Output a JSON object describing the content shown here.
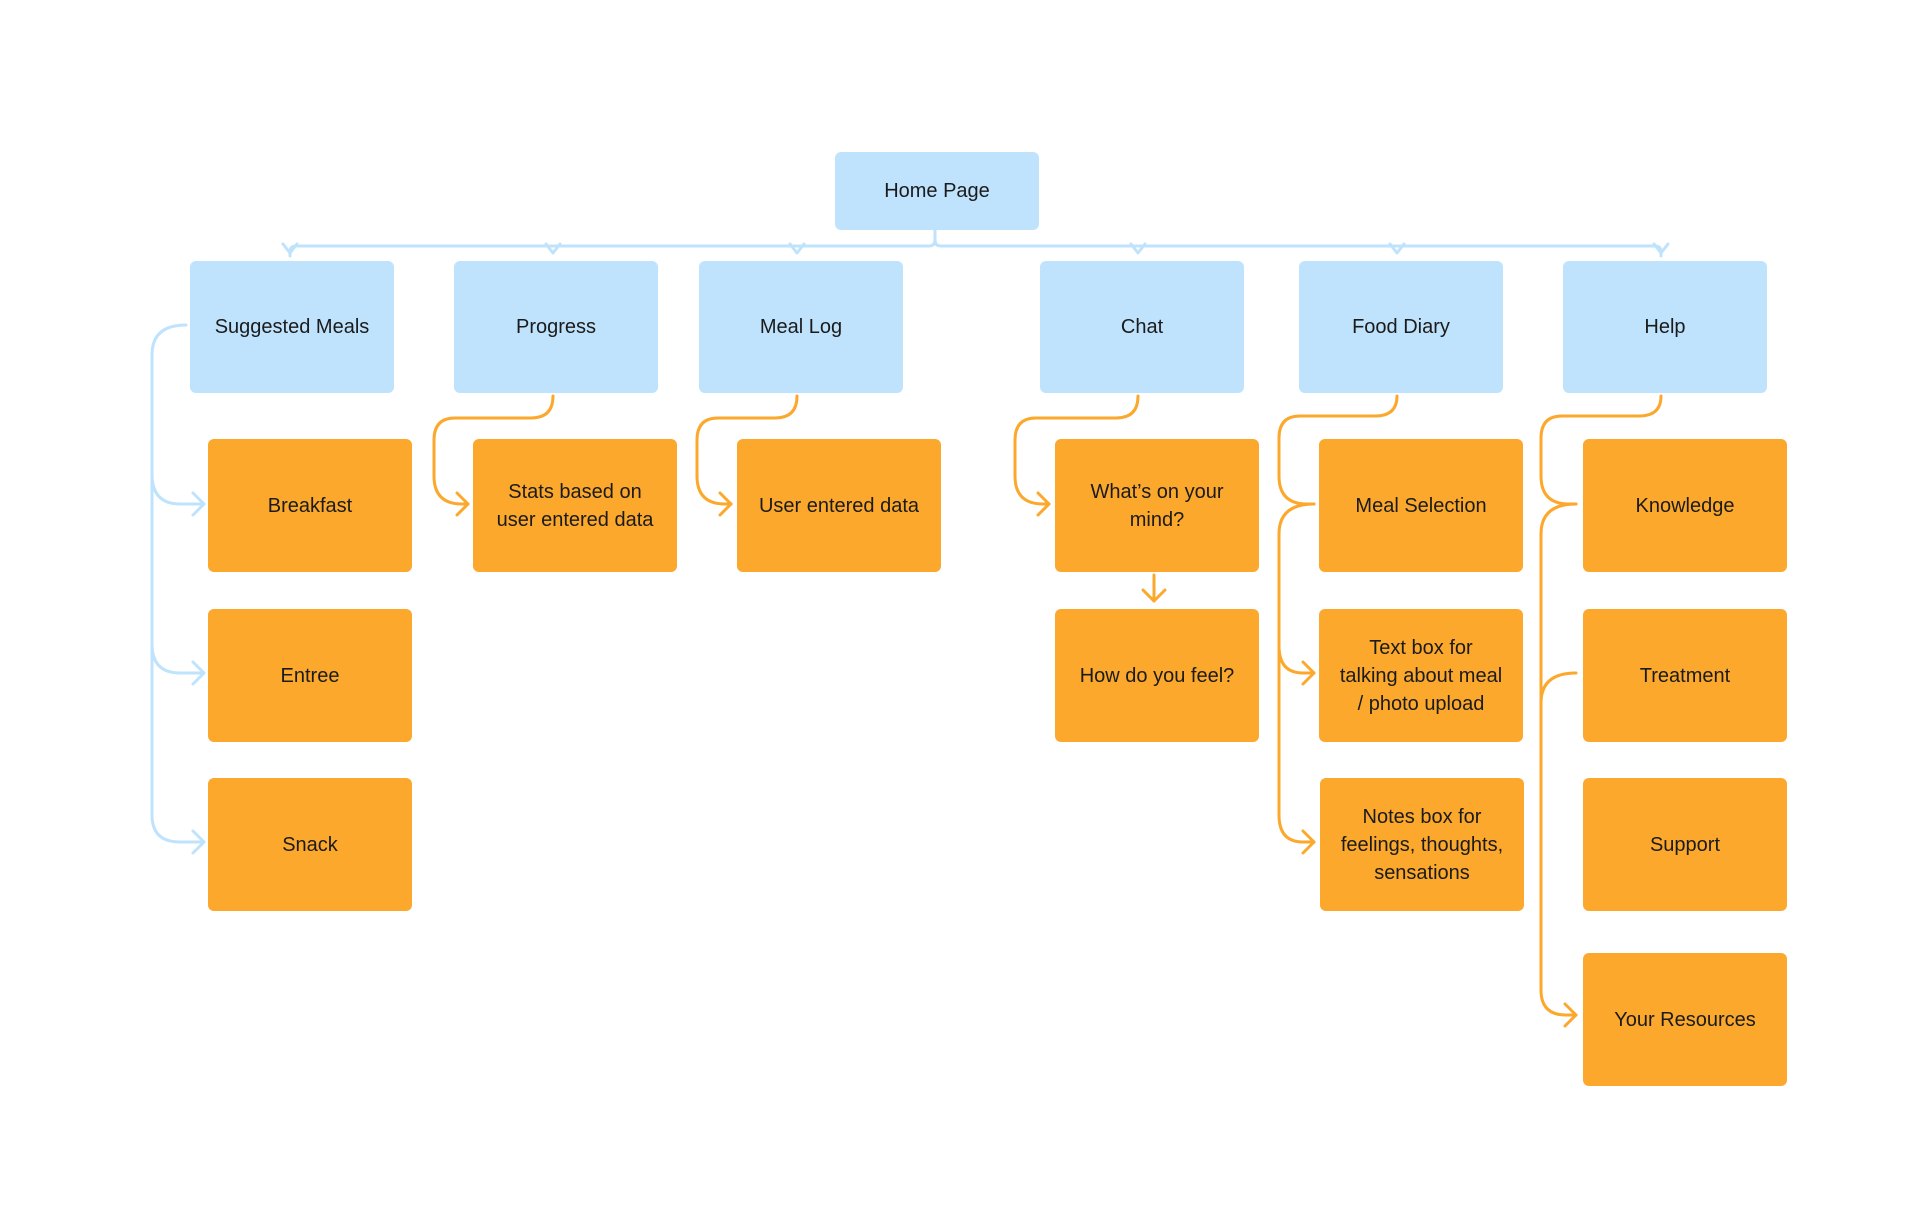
{
  "root": {
    "label": "Home Page"
  },
  "sections": {
    "suggested_meals": {
      "label": "Suggested Meals",
      "items": [
        "Breakfast",
        "Entree",
        "Snack"
      ]
    },
    "progress": {
      "label": "Progress",
      "items": [
        "Stats based on\nuser entered data"
      ]
    },
    "meal_log": {
      "label": "Meal Log",
      "items": [
        "User entered data"
      ]
    },
    "chat": {
      "label": "Chat",
      "items": [
        "What’s on your\nmind?",
        "How do you feel?"
      ]
    },
    "food_diary": {
      "label": "Food Diary",
      "items": [
        "Meal Selection",
        "Text box for\ntalking about meal\n/ photo upload",
        "Notes box for\nfeelings, thoughts,\nsensations"
      ]
    },
    "help": {
      "label": "Help",
      "items": [
        "Knowledge",
        "Treatment",
        "Support",
        "Your Resources"
      ]
    }
  },
  "colors": {
    "primary_node": "#bfe3fc",
    "child_node": "#fba82c",
    "primary_connector": "#bfe3fc",
    "child_connector": "#fba82c"
  }
}
